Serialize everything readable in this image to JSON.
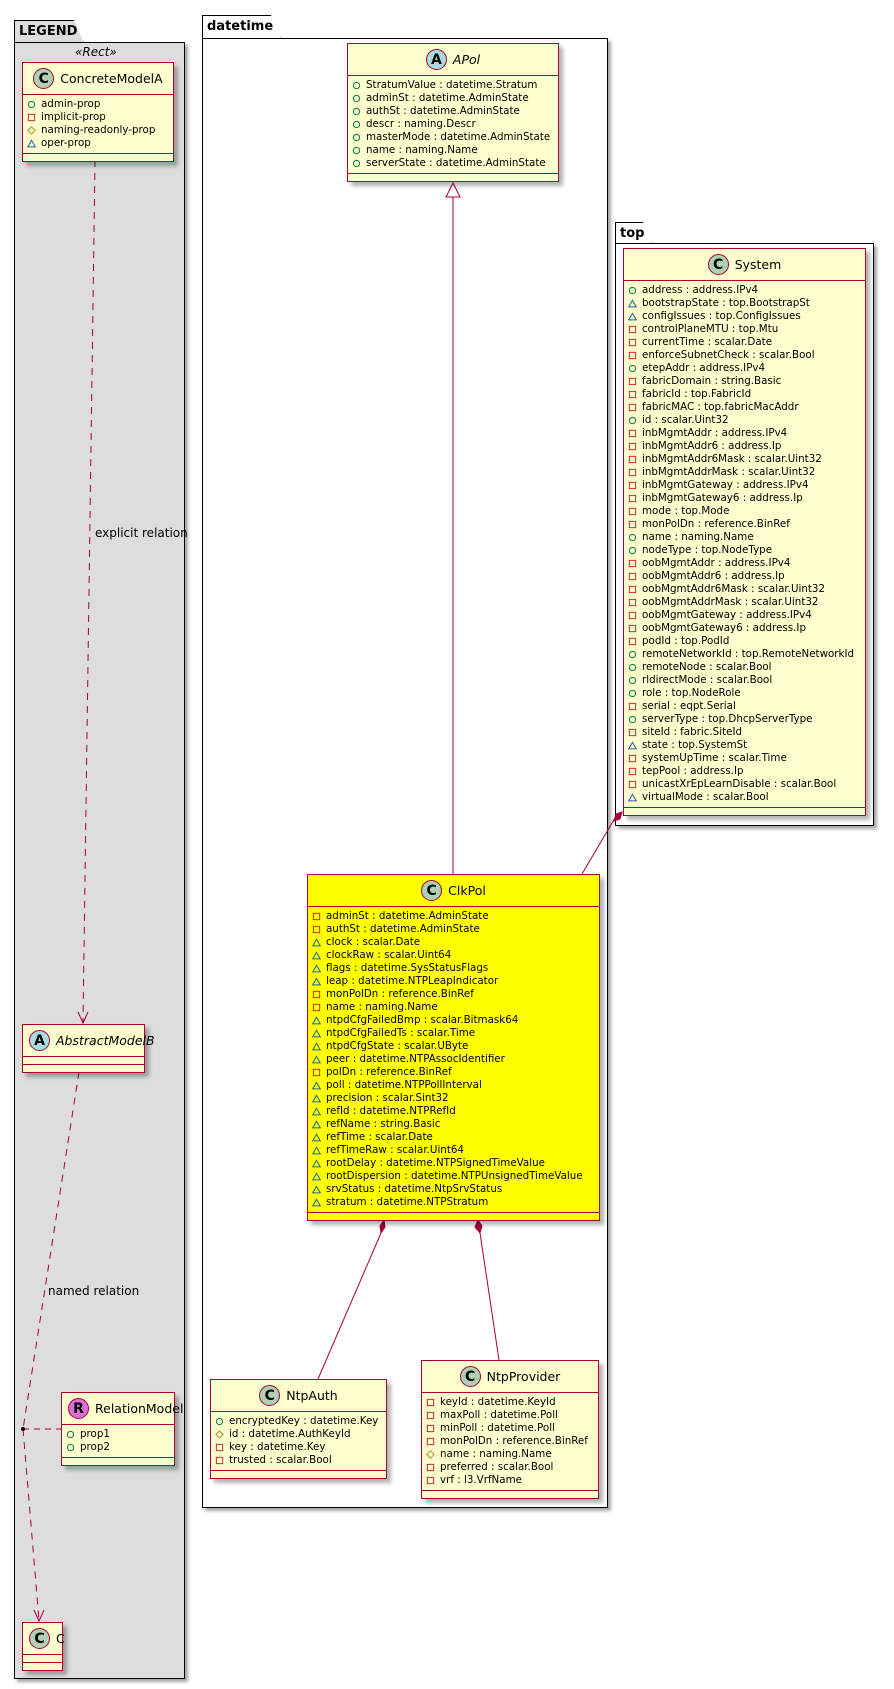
{
  "packages": {
    "legend": "LEGEND",
    "datetime": "datetime",
    "top": "top"
  },
  "legend": {
    "stereotype": "«Rect»",
    "explicit_relation": "explicit relation",
    "named_relation": "named relation"
  },
  "colors": {
    "border": "#A80036",
    "class_fill": "#FEFECE",
    "highlight_fill": "#FFFF00",
    "legend_fill": "#DDDDDD",
    "public": "#038048",
    "private": "#C82930",
    "protected": "#B38D22",
    "package": "#1963A0"
  },
  "classes": {
    "ConcreteModelA": {
      "name": "ConcreteModelA",
      "kind": "C",
      "attrs": [
        {
          "vis": "public",
          "text": "admin-prop"
        },
        {
          "vis": "private",
          "text": "implicit-prop"
        },
        {
          "vis": "protected",
          "text": "naming-readonly-prop"
        },
        {
          "vis": "package",
          "text": "oper-prop"
        }
      ]
    },
    "AbstractModelB": {
      "name": "AbstractModelB",
      "kind": "A",
      "attrs": []
    },
    "RelationModel": {
      "name": "RelationModel",
      "kind": "R",
      "attrs": [
        {
          "vis": "public",
          "text": "prop1"
        },
        {
          "vis": "public",
          "text": "prop2"
        }
      ]
    },
    "C": {
      "name": "C",
      "kind": "C",
      "attrs": []
    },
    "APol": {
      "name": "APol",
      "kind": "A",
      "attrs": [
        {
          "vis": "public",
          "text": "StratumValue : datetime.Stratum"
        },
        {
          "vis": "public",
          "text": "adminSt : datetime.AdminState"
        },
        {
          "vis": "public",
          "text": "authSt : datetime.AdminState"
        },
        {
          "vis": "public",
          "text": "descr : naming.Descr"
        },
        {
          "vis": "public",
          "text": "masterMode : datetime.AdminState"
        },
        {
          "vis": "public",
          "text": "name : naming.Name"
        },
        {
          "vis": "public",
          "text": "serverState : datetime.AdminState"
        }
      ]
    },
    "ClkPol": {
      "name": "ClkPol",
      "kind": "C",
      "attrs": [
        {
          "vis": "private",
          "text": "adminSt : datetime.AdminState"
        },
        {
          "vis": "private",
          "text": "authSt : datetime.AdminState"
        },
        {
          "vis": "package",
          "text": "clock : scalar.Date"
        },
        {
          "vis": "package",
          "text": "clockRaw : scalar.Uint64"
        },
        {
          "vis": "package",
          "text": "flags : datetime.SysStatusFlags"
        },
        {
          "vis": "package",
          "text": "leap : datetime.NTPLeapIndicator"
        },
        {
          "vis": "private",
          "text": "monPolDn : reference.BinRef"
        },
        {
          "vis": "private",
          "text": "name : naming.Name"
        },
        {
          "vis": "package",
          "text": "ntpdCfgFailedBmp : scalar.Bitmask64"
        },
        {
          "vis": "package",
          "text": "ntpdCfgFailedTs : scalar.Time"
        },
        {
          "vis": "package",
          "text": "ntpdCfgState : scalar.UByte"
        },
        {
          "vis": "package",
          "text": "peer : datetime.NTPAssocIdentifier"
        },
        {
          "vis": "private",
          "text": "polDn : reference.BinRef"
        },
        {
          "vis": "package",
          "text": "poll : datetime.NTPPollInterval"
        },
        {
          "vis": "package",
          "text": "precision : scalar.Sint32"
        },
        {
          "vis": "package",
          "text": "refId : datetime.NTPRefId"
        },
        {
          "vis": "package",
          "text": "refName : string.Basic"
        },
        {
          "vis": "package",
          "text": "refTime : scalar.Date"
        },
        {
          "vis": "package",
          "text": "refTimeRaw : scalar.Uint64"
        },
        {
          "vis": "package",
          "text": "rootDelay : datetime.NTPSignedTimeValue"
        },
        {
          "vis": "package",
          "text": "rootDispersion : datetime.NTPUnsignedTimeValue"
        },
        {
          "vis": "package",
          "text": "srvStatus : datetime.NtpSrvStatus"
        },
        {
          "vis": "package",
          "text": "stratum : datetime.NTPStratum"
        }
      ]
    },
    "NtpAuth": {
      "name": "NtpAuth",
      "kind": "C",
      "attrs": [
        {
          "vis": "public",
          "text": "encryptedKey : datetime.Key"
        },
        {
          "vis": "protected",
          "text": "id : datetime.AuthKeyId"
        },
        {
          "vis": "private",
          "text": "key : datetime.Key"
        },
        {
          "vis": "private",
          "text": "trusted : scalar.Bool"
        }
      ]
    },
    "NtpProvider": {
      "name": "NtpProvider",
      "kind": "C",
      "attrs": [
        {
          "vis": "private",
          "text": "keyId : datetime.KeyId"
        },
        {
          "vis": "private",
          "text": "maxPoll : datetime.Poll"
        },
        {
          "vis": "private",
          "text": "minPoll : datetime.Poll"
        },
        {
          "vis": "private",
          "text": "monPolDn : reference.BinRef"
        },
        {
          "vis": "protected",
          "text": "name : naming.Name"
        },
        {
          "vis": "private",
          "text": "preferred : scalar.Bool"
        },
        {
          "vis": "private",
          "text": "vrf : l3.VrfName"
        }
      ]
    },
    "System": {
      "name": "System",
      "kind": "C",
      "attrs": [
        {
          "vis": "public",
          "text": "address : address.IPv4"
        },
        {
          "vis": "package",
          "text": "bootstrapState : top.BootstrapSt"
        },
        {
          "vis": "package",
          "text": "configIssues : top.ConfigIssues"
        },
        {
          "vis": "private",
          "text": "controlPlaneMTU : top.Mtu"
        },
        {
          "vis": "private",
          "text": "currentTime : scalar.Date"
        },
        {
          "vis": "private",
          "text": "enforceSubnetCheck : scalar.Bool"
        },
        {
          "vis": "public",
          "text": "etepAddr : address.IPv4"
        },
        {
          "vis": "private",
          "text": "fabricDomain : string.Basic"
        },
        {
          "vis": "private",
          "text": "fabricId : top.FabricId"
        },
        {
          "vis": "private",
          "text": "fabricMAC : top.fabricMacAddr"
        },
        {
          "vis": "public",
          "text": "id : scalar.Uint32"
        },
        {
          "vis": "private",
          "text": "inbMgmtAddr : address.IPv4"
        },
        {
          "vis": "private",
          "text": "inbMgmtAddr6 : address.Ip"
        },
        {
          "vis": "private",
          "text": "inbMgmtAddr6Mask : scalar.Uint32"
        },
        {
          "vis": "private",
          "text": "inbMgmtAddrMask : scalar.Uint32"
        },
        {
          "vis": "private",
          "text": "inbMgmtGateway : address.IPv4"
        },
        {
          "vis": "private",
          "text": "inbMgmtGateway6 : address.Ip"
        },
        {
          "vis": "private",
          "text": "mode : top.Mode"
        },
        {
          "vis": "private",
          "text": "monPolDn : reference.BinRef"
        },
        {
          "vis": "public",
          "text": "name : naming.Name"
        },
        {
          "vis": "public",
          "text": "nodeType : top.NodeType"
        },
        {
          "vis": "private",
          "text": "oobMgmtAddr : address.IPv4"
        },
        {
          "vis": "private",
          "text": "oobMgmtAddr6 : address.Ip"
        },
        {
          "vis": "private",
          "text": "oobMgmtAddr6Mask : scalar.Uint32"
        },
        {
          "vis": "private",
          "text": "oobMgmtAddrMask : scalar.Uint32"
        },
        {
          "vis": "private",
          "text": "oobMgmtGateway : address.IPv4"
        },
        {
          "vis": "private",
          "text": "oobMgmtGateway6 : address.Ip"
        },
        {
          "vis": "private",
          "text": "podId : top.PodId"
        },
        {
          "vis": "public",
          "text": "remoteNetworkId : top.RemoteNetworkId"
        },
        {
          "vis": "public",
          "text": "remoteNode : scalar.Bool"
        },
        {
          "vis": "public",
          "text": "rldirectMode : scalar.Bool"
        },
        {
          "vis": "public",
          "text": "role : top.NodeRole"
        },
        {
          "vis": "private",
          "text": "serial : eqpt.Serial"
        },
        {
          "vis": "public",
          "text": "serverType : top.DhcpServerType"
        },
        {
          "vis": "private",
          "text": "siteId : fabric.SiteId"
        },
        {
          "vis": "package",
          "text": "state : top.SystemSt"
        },
        {
          "vis": "private",
          "text": "systemUpTime : scalar.Time"
        },
        {
          "vis": "private",
          "text": "tepPool : address.Ip"
        },
        {
          "vis": "private",
          "text": "unicastXrEpLearnDisable : scalar.Bool"
        },
        {
          "vis": "package",
          "text": "virtualMode : scalar.Bool"
        }
      ]
    }
  }
}
